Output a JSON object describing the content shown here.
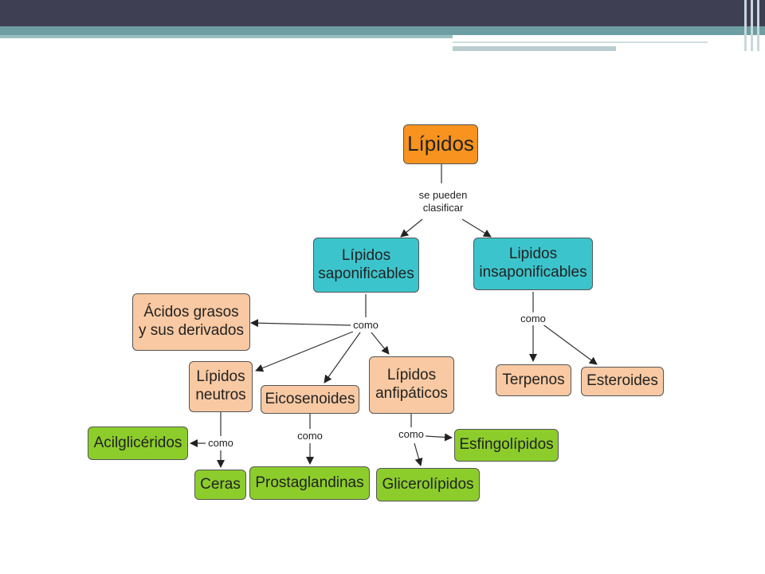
{
  "concept_map": {
    "root": "Lípidos",
    "link_classify": "se pueden\nclasificar",
    "saponifiables": "Lípidos\nsaponificables",
    "insaponifiables": "Lipidos\ninsaponificables",
    "acidos": "Ácidos grasos\ny sus derivados",
    "neutros": "Lípidos\nneutros",
    "eicosenoides": "Eicosenoides",
    "anfipaticos": "Lípidos\nanfipáticos",
    "terpenos": "Terpenos",
    "esteroides": "Esteroides",
    "acilgliceridos": "Acilglicéridos",
    "ceras": "Ceras",
    "prostaglandinas": "Prostaglandinas",
    "esfingolipidos": "Esfingolípidos",
    "glicerolipidos": "Glicerolípidos",
    "link_como": "como"
  },
  "colors": {
    "root": "#f7931e",
    "category": "#3cc4cc",
    "subcategory": "#f8c9a2",
    "leaf": "#8ccd2c"
  }
}
